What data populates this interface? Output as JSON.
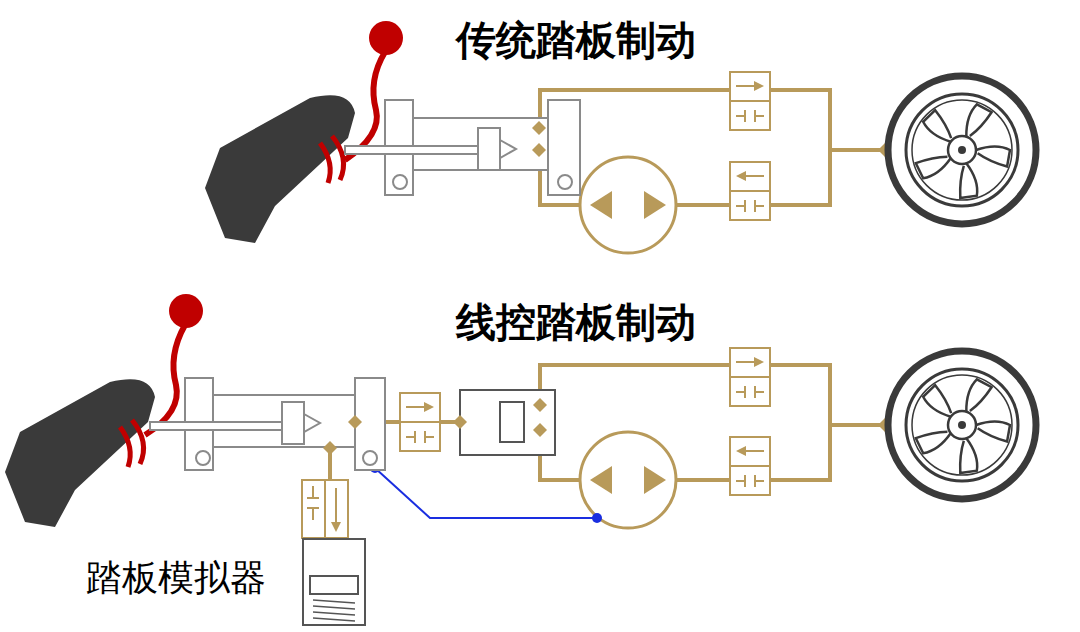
{
  "diagram": {
    "nodes": [
      {
        "text": [
          "踏板模拟器"
        ]
      }
    ],
    "labels": [
      "传统踏板制动",
      "线控踏板制动"
    ]
  }
}
